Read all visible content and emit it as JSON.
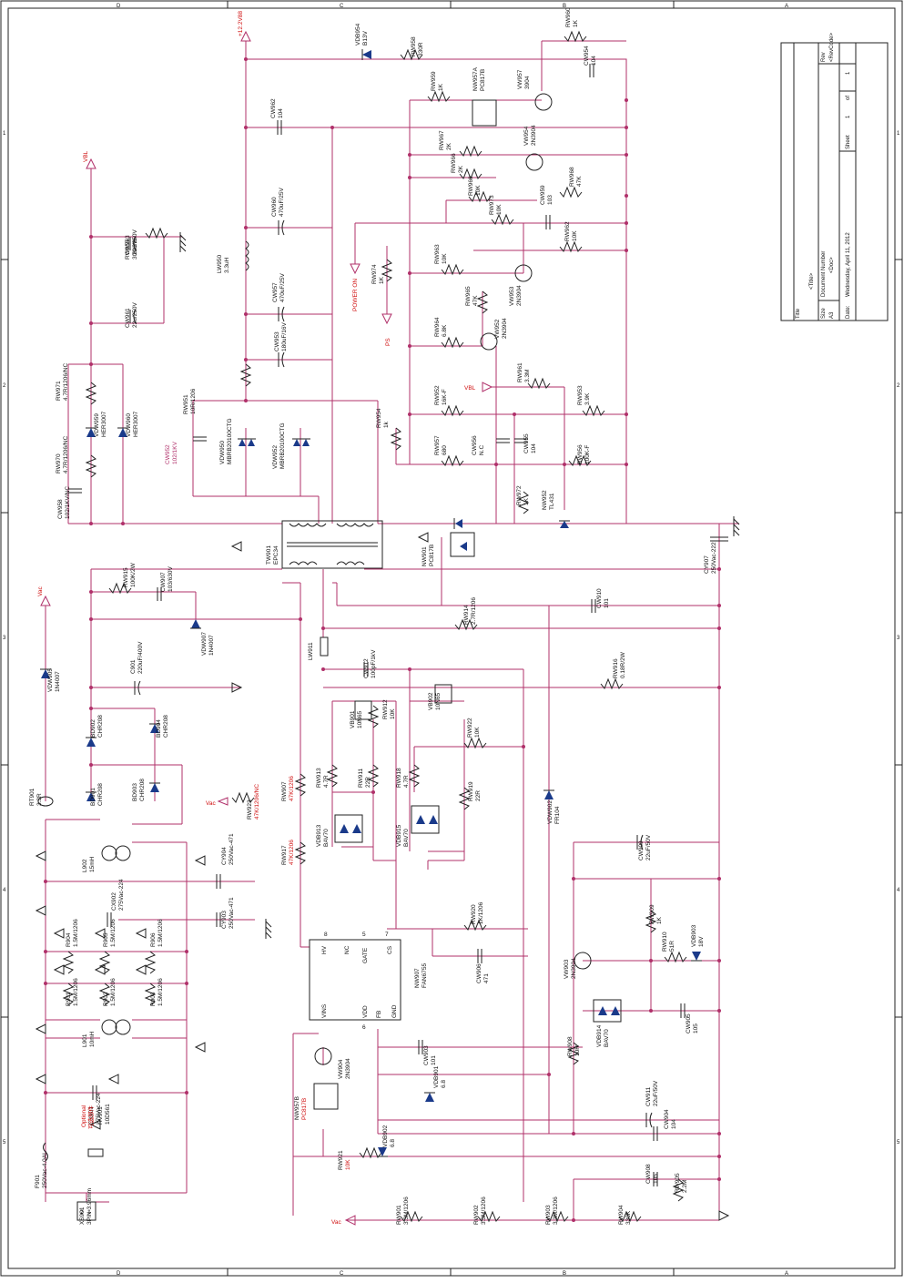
{
  "sheet": {
    "grid_top": [
      "D",
      "C",
      "B",
      "A"
    ],
    "grid_side": [
      "1",
      "2",
      "3",
      "4",
      "5"
    ]
  },
  "title_block": {
    "title_label": "Title",
    "title_value": "<Title>",
    "size_label": "Size",
    "size_value": "A3",
    "docnum_label": "Document Number",
    "docnum_value": "<Doc>",
    "rev_label": "Rev",
    "rev_value": "<RevCode>",
    "date_label": "Date:",
    "date_value": "Wednesday, April 11, 2012",
    "sheet_label": "Sheet",
    "sheet_num": "1",
    "of_label": "of",
    "sheet_total": "1"
  },
  "nets": {
    "v12": "+12.2V88",
    "vbl1": "VBL",
    "vbl2": "VBL",
    "vac1": "Vac",
    "vac2": "Vac",
    "vac3": "Vac",
    "power_on": "POWER ON",
    "ps": "PS"
  },
  "components": [
    {
      "id": "VDB954",
      "ref": "VDB954",
      "val": "B13V"
    },
    {
      "id": "RW958",
      "ref": "RW958",
      "val": "330R"
    },
    {
      "id": "RW960",
      "ref": "RW960",
      "val": "1K"
    },
    {
      "id": "RW959",
      "ref": "RW959",
      "val": "1K"
    },
    {
      "id": "NW957A",
      "ref": "NW957A",
      "val": "PC817B"
    },
    {
      "id": "VW957",
      "ref": "VW957",
      "val": "3904"
    },
    {
      "id": "CW954",
      "ref": "CW954",
      "val": "104"
    },
    {
      "id": "CW962",
      "ref": "CW962",
      "val": "104"
    },
    {
      "id": "RW967",
      "ref": "RW967",
      "val": "2K"
    },
    {
      "id": "RW966",
      "ref": "RW966",
      "val": "2K"
    },
    {
      "id": "VW954",
      "ref": "VW954",
      "val": "2N3904"
    },
    {
      "id": "RW969",
      "ref": "RW969",
      "val": "10K"
    },
    {
      "id": "RW968",
      "ref": "RW968",
      "val": "47K"
    },
    {
      "id": "RW973",
      "ref": "RW973",
      "val": "10K"
    },
    {
      "id": "CW959",
      "ref": "CW959",
      "val": "103"
    },
    {
      "id": "CW960",
      "ref": "CW960",
      "val": "470uF/25V"
    },
    {
      "id": "RW963",
      "ref": "RW963",
      "val": "10K"
    },
    {
      "id": "RW962",
      "ref": "RW962",
      "val": "10K"
    },
    {
      "id": "LW950",
      "ref": "LW950",
      "val": "3.3uH"
    },
    {
      "id": "RW974",
      "ref": "RW974",
      "val": "1K"
    },
    {
      "id": "CW957",
      "ref": "CW957",
      "val": "470uF/25V"
    },
    {
      "id": "RW965",
      "ref": "RW965",
      "val": "47K"
    },
    {
      "id": "VW953",
      "ref": "VW953",
      "val": "2N3904"
    },
    {
      "id": "CW953",
      "ref": "CW953",
      "val": "180uF/16V"
    },
    {
      "id": "RW964",
      "ref": "RW964",
      "val": "6.8K"
    },
    {
      "id": "VW952",
      "ref": "VW952",
      "val": "2N3904"
    },
    {
      "id": "RW961",
      "ref": "RW961",
      "val": "3.3M"
    },
    {
      "id": "RW951",
      "ref": "RW951",
      "val": "10R/1206"
    },
    {
      "id": "RW952",
      "ref": "RW952",
      "val": "16K-F"
    },
    {
      "id": "RW953",
      "ref": "RW953",
      "val": "3.9K"
    },
    {
      "id": "CW952",
      "ref": "CW952",
      "val": "102/1KV"
    },
    {
      "id": "VDW950",
      "ref": "VDW950",
      "val": "MBRB20100CTG"
    },
    {
      "id": "VDW952",
      "ref": "VDW952",
      "val": "MBRB20100CTG"
    },
    {
      "id": "RW954",
      "ref": "RW954",
      "val": "1k"
    },
    {
      "id": "RW957",
      "ref": "RW957",
      "val": "680"
    },
    {
      "id": "CW956",
      "ref": "CW956",
      "val": "N.C"
    },
    {
      "id": "CW955",
      "ref": "CW955",
      "val": "104"
    },
    {
      "id": "RW956",
      "ref": "RW956",
      "val": "100K-F"
    },
    {
      "id": "RW972",
      "ref": "RW972",
      "val": "1K"
    },
    {
      "id": "NW952",
      "ref": "NW952",
      "val": "TL431"
    },
    {
      "id": "RW971",
      "ref": "RW971",
      "val": "4.7R/1206/NC"
    },
    {
      "id": "RW970",
      "ref": "RW970",
      "val": "4.7R/1206/NC"
    },
    {
      "id": "VDW959",
      "ref": "VDW959",
      "val": "HER3007"
    },
    {
      "id": "VDW960",
      "ref": "VDW960",
      "val": "HER3007"
    },
    {
      "id": "CW958",
      "ref": "CW958",
      "val": "102/1KV/NC"
    },
    {
      "id": "RW955",
      "ref": "RW955",
      "val": "30K/2W"
    },
    {
      "id": "CW963",
      "ref": "CW963",
      "val": "22u/250V"
    },
    {
      "id": "CW961",
      "ref": "CW961",
      "val": "22u/250V"
    },
    {
      "id": "TW901",
      "ref": "TW901",
      "val": "EPC34"
    },
    {
      "id": "NW901",
      "ref": "NW901",
      "val": "PC817B"
    },
    {
      "id": "CY907",
      "ref": "CY907",
      "val": "250Vac-222"
    },
    {
      "id": "RW915",
      "ref": "RW915",
      "val": "100K/2W"
    },
    {
      "id": "CW907",
      "ref": "CW907",
      "val": "103/630V"
    },
    {
      "id": "VDW907",
      "ref": "VDW907",
      "val": "1N4007"
    },
    {
      "id": "RW914",
      "ref": "RW914",
      "val": "2.7R/1206"
    },
    {
      "id": "CW910",
      "ref": "CW910",
      "val": "101"
    },
    {
      "id": "LW911",
      "ref": "LW911",
      "val": ""
    },
    {
      "id": "CW912",
      "ref": "CW912",
      "val": "100pF/1kV"
    },
    {
      "id": "RW916",
      "ref": "RW916",
      "val": "0.18R/2W"
    },
    {
      "id": "VDW905",
      "ref": "VDW905",
      "val": "1N4007"
    },
    {
      "id": "C901",
      "ref": "C901",
      "val": "220uF/400V"
    },
    {
      "id": "VB901",
      "ref": "VB901",
      "val": "10N65"
    },
    {
      "id": "VB902",
      "ref": "VB902",
      "val": "10N65"
    },
    {
      "id": "RW912",
      "ref": "RW912",
      "val": "10K"
    },
    {
      "id": "RW922",
      "ref": "RW922",
      "val": "10K"
    },
    {
      "id": "BD902",
      "ref": "BD902",
      "val": "CHR208"
    },
    {
      "id": "BD904",
      "ref": "BD904",
      "val": "CHR208"
    },
    {
      "id": "BD903",
      "ref": "BD903",
      "val": "CHR208"
    },
    {
      "id": "BD901",
      "ref": "BD901",
      "val": "CHR208"
    },
    {
      "id": "RW913",
      "ref": "RW913",
      "val": "4.7R"
    },
    {
      "id": "RW911",
      "ref": "RW911",
      "val": "22R"
    },
    {
      "id": "RW918",
      "ref": "RW918",
      "val": "4.7R"
    },
    {
      "id": "RW919",
      "ref": "RW919",
      "val": "22R"
    },
    {
      "id": "RT901",
      "ref": "RT901",
      "val": "3.3R"
    },
    {
      "id": "RW923",
      "ref": "RW923",
      "val": "47K/1206/NC"
    },
    {
      "id": "RW907",
      "ref": "RW907",
      "val": "47K/1206"
    },
    {
      "id": "VDB913",
      "ref": "VDB913",
      "val": "BAV70"
    },
    {
      "id": "VDB915",
      "ref": "VDB915",
      "val": "BAV70"
    },
    {
      "id": "VDW902",
      "ref": "VDW902",
      "val": "FR104"
    },
    {
      "id": "RW917",
      "ref": "RW917",
      "val": "47K/1206"
    },
    {
      "id": "L902",
      "ref": "L902",
      "val": "15mH"
    },
    {
      "id": "CY904",
      "ref": "CY904",
      "val": "250Vac-471"
    },
    {
      "id": "CW909",
      "ref": "CW909",
      "val": "22uF/50V"
    },
    {
      "id": "CX902",
      "ref": "CX902",
      "val": "275Vac-224"
    },
    {
      "id": "CY903",
      "ref": "CY903",
      "val": "250Vac-471"
    },
    {
      "id": "RW920",
      "ref": "RW920",
      "val": "1K/1206"
    },
    {
      "id": "RW909",
      "ref": "RW909",
      "val": "1K"
    },
    {
      "id": "R904",
      "ref": "R904",
      "val": "1.5M/1206"
    },
    {
      "id": "R905",
      "ref": "R905",
      "val": "1.5M/1206"
    },
    {
      "id": "R906",
      "ref": "R906",
      "val": "1.5M/1206"
    },
    {
      "id": "RW910",
      "ref": "RW910",
      "val": "51R"
    },
    {
      "id": "VDB903",
      "ref": "VDB903",
      "val": "18V"
    },
    {
      "id": "CW906",
      "ref": "CW906",
      "val": "471"
    },
    {
      "id": "VW903",
      "ref": "VW903",
      "val": "2N3904"
    },
    {
      "id": "NW907",
      "ref": "NW907",
      "val": "FAN6755"
    },
    {
      "id": "R901",
      "ref": "R901",
      "val": "1.5M/1206"
    },
    {
      "id": "R902",
      "ref": "R902",
      "val": "1.5M/1206"
    },
    {
      "id": "R903",
      "ref": "R903",
      "val": "1.5M/1206"
    },
    {
      "id": "VDB914",
      "ref": "VDB914",
      "val": "BAV70"
    },
    {
      "id": "CW905",
      "ref": "CW905",
      "val": "105"
    },
    {
      "id": "L901",
      "ref": "L901",
      "val": "10mH"
    },
    {
      "id": "RW908",
      "ref": "RW908",
      "val": "10R"
    },
    {
      "id": "CW903",
      "ref": "CW903",
      "val": "101"
    },
    {
      "id": "VW904",
      "ref": "VW904",
      "val": "2N3904"
    },
    {
      "id": "VDB901",
      "ref": "VDB901",
      "val": "6.8"
    },
    {
      "id": "CX901",
      "ref": "CX901",
      "val": "275Vac-224"
    },
    {
      "id": "RV901",
      "ref": "RV901",
      "val": "10D561"
    },
    {
      "id": "CW911",
      "ref": "CW911",
      "val": "22uF/50V"
    },
    {
      "id": "NW957B",
      "ref": "NW957B",
      "val": "PC817B"
    },
    {
      "id": "CW904",
      "ref": "CW904",
      "val": "104"
    },
    {
      "id": "VDB902",
      "ref": "VDB902",
      "val": "6.8"
    },
    {
      "id": "RW921",
      "ref": "RW921",
      "val": "10K"
    },
    {
      "id": "F901",
      "ref": "F901",
      "val": "250Vac-4.0AL"
    },
    {
      "id": "CW908",
      "ref": "CW908",
      "val": "105"
    },
    {
      "id": "RW905",
      "ref": "RW905",
      "val": "2.2M"
    },
    {
      "id": "XS901",
      "ref": "XS901",
      "val": "3PIN-3.96mm"
    },
    {
      "id": "RW901",
      "ref": "RW901",
      "val": "3.3M/1206"
    },
    {
      "id": "RW902",
      "ref": "RW902",
      "val": "3.3M/1206"
    },
    {
      "id": "RW903",
      "ref": "RW903",
      "val": "3.3M/1206"
    },
    {
      "id": "RW904",
      "ref": "RW904",
      "val": "330K"
    }
  ],
  "ic": {
    "pins": [
      "HV",
      "NC",
      "GATE",
      "VINS",
      "VDD",
      "CS",
      "FB",
      "GND"
    ],
    "pin_numbers": [
      "8",
      "5",
      "7",
      "6"
    ]
  },
  "notes": {
    "optional": "Optional",
    "optional_cn": "可选部件"
  },
  "colors": {
    "wire": "#b0306a",
    "component": "#222222",
    "highlight": "#d01010",
    "net_label": "#b0306a"
  }
}
